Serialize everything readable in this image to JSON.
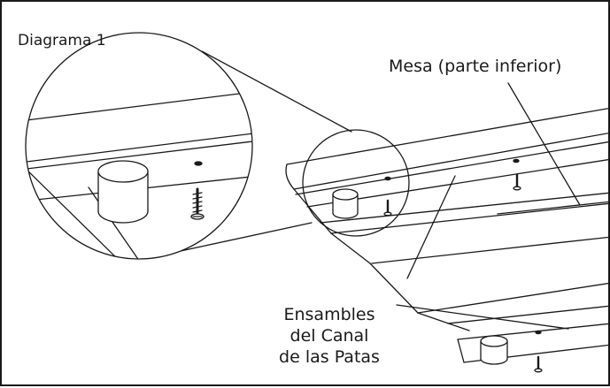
{
  "diagram": {
    "title": "Diagrama 1",
    "labels": {
      "table_underside": "Mesa (parte inferior)",
      "leg_channel": [
        "Ensambles",
        "del Canal",
        "de las Patas"
      ]
    },
    "colors": {
      "line": "#1a1a1a",
      "background": "#ffffff"
    }
  }
}
